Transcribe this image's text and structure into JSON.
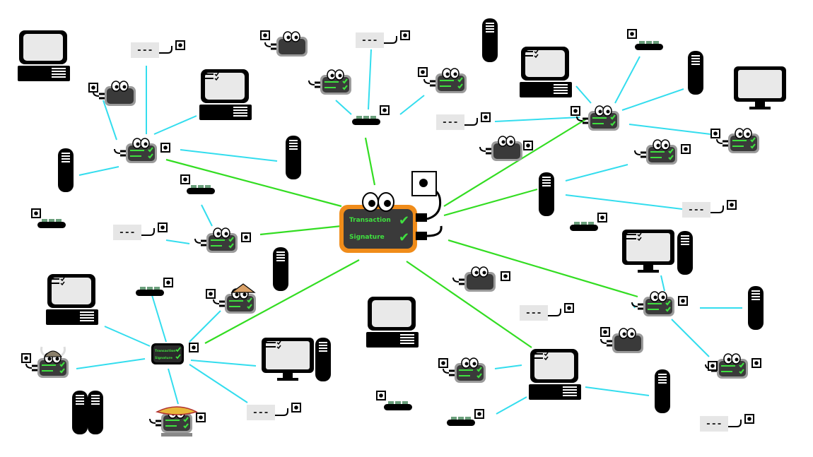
{
  "central_node": {
    "transaction_label": "Transaction",
    "signature_label": "Signature",
    "check_mark": "✔"
  },
  "small_node_labels": {
    "transaction": "Transaction",
    "signature": "Signature"
  },
  "placeholder_text": "---",
  "colors": {
    "main_link": "#33dd22",
    "peer_link": "#33ddee",
    "central_border": "#f08c1a",
    "node_body": "#3a3a3a",
    "node_text": "#3fe03f",
    "placeholder_bg": "#e6e6e6"
  },
  "icons": [
    "desktop-computer-icon",
    "tower-server-icon",
    "monitor-icon",
    "hardware-wallet-icon",
    "wall-socket-icon",
    "router-switch-icon"
  ]
}
